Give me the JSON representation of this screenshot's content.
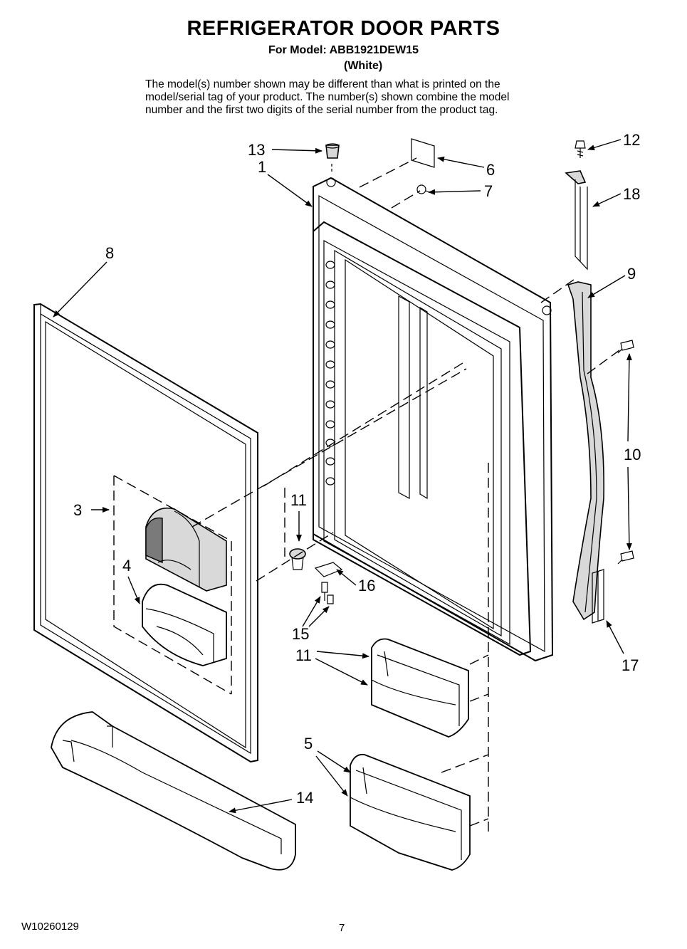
{
  "header": {
    "title": "REFRIGERATOR DOOR PARTS",
    "model_line": "For Model: ABB1921DEW15",
    "color_line": "(White)",
    "note_lines": [
      "The model(s) number shown may be different than what is printed on the",
      "model/serial tag of your product. The number(s) shown combine the model",
      "number and the first two digits of the serial number from the product tag."
    ]
  },
  "callouts": {
    "c1": "1",
    "c3": "3",
    "c4": "4",
    "c5": "5",
    "c6": "6",
    "c7": "7",
    "c8": "8",
    "c9": "9",
    "c10": "10",
    "c11a": "11",
    "c11b": "11",
    "c12": "12",
    "c13": "13",
    "c14": "14",
    "c15": "15",
    "c16": "16",
    "c17": "17",
    "c18": "18"
  },
  "footer": {
    "doc_code": "W10260129",
    "page_number": "7"
  }
}
